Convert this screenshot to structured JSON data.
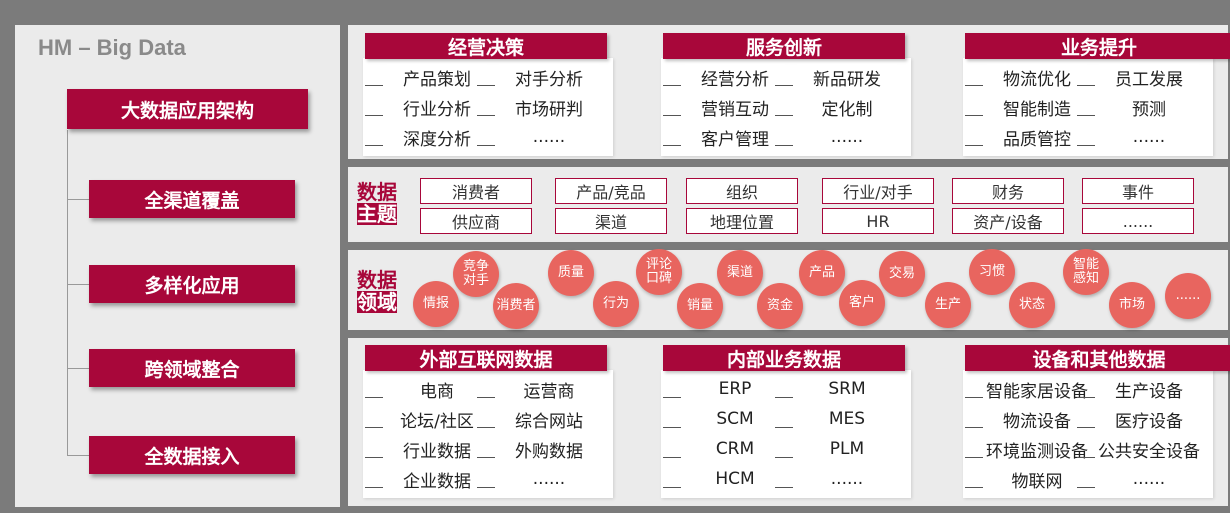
{
  "left": {
    "title": "HM – Big Data",
    "buttons": [
      "大数据应用架构",
      "全渠道覆盖",
      "多样化应用",
      "跨领域整合",
      "全数据接入"
    ]
  },
  "top_groups": [
    {
      "header": "经营决策",
      "items": [
        "产品策划",
        "对手分析",
        "行业分析",
        "市场研判",
        "深度分析",
        "......"
      ]
    },
    {
      "header": "服务创新",
      "items": [
        "经营分析",
        "新品研发",
        "营销互动",
        "定化制",
        "客户管理",
        "......"
      ]
    },
    {
      "header": "业务提升",
      "items": [
        "物流优化",
        "员工发展",
        "智能制造",
        "预测",
        "品质管控",
        "......"
      ]
    }
  ],
  "topics": {
    "label_line1": "数据",
    "label_line2": "主题",
    "row1": [
      "消费者",
      "产品/竞品",
      "组织",
      "行业/对手",
      "财务",
      "事件"
    ],
    "row2": [
      "供应商",
      "渠道",
      "地理位置",
      "HR",
      "资产/设备",
      "......"
    ]
  },
  "domains": {
    "label_line1": "数据",
    "label_line2": "领域",
    "circles": [
      "情报",
      "竞争\n对手",
      "消费者",
      "质量",
      "行为",
      "评论\n口碑",
      "销量",
      "渠道",
      "资金",
      "产品",
      "客户",
      "交易",
      "生产",
      "习惯",
      "状态",
      "智能\n感知",
      "市场",
      "......"
    ]
  },
  "bottom_groups": [
    {
      "header": "外部互联网数据",
      "items": [
        "电商",
        "运营商",
        "论坛/社区",
        "综合网站",
        "行业数据",
        "外购数据",
        "企业数据",
        "......"
      ]
    },
    {
      "header": "内部业务数据",
      "items": [
        "ERP",
        "SRM",
        "SCM",
        "MES",
        "CRM",
        "PLM",
        "HCM",
        "......"
      ]
    },
    {
      "header": "设备和其他数据",
      "items": [
        "智能家居设备",
        "生产设备",
        "物流设备",
        "医疗设备",
        "环境监测设备",
        "公共安全设备",
        "物联网",
        "......"
      ]
    }
  ],
  "colors": {
    "accent": "#a8073a",
    "circle": "#e8655f",
    "panel": "#ebebeb",
    "frame": "#7b7b7b"
  }
}
